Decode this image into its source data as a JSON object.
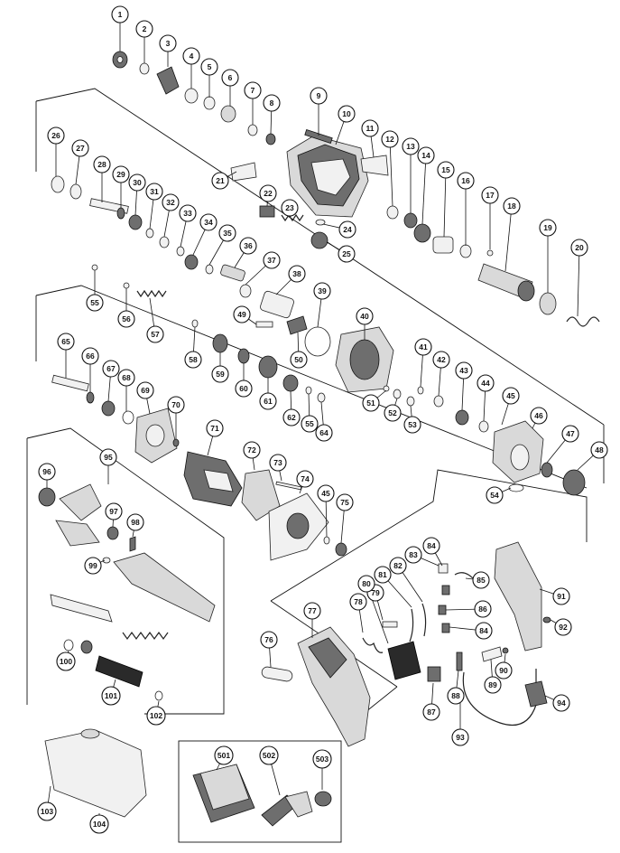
{
  "diagram": {
    "callouts": [
      {
        "id": "1"
      },
      {
        "id": "2"
      },
      {
        "id": "3"
      },
      {
        "id": "4"
      },
      {
        "id": "5"
      },
      {
        "id": "6"
      },
      {
        "id": "7"
      },
      {
        "id": "8"
      },
      {
        "id": "9"
      },
      {
        "id": "10"
      },
      {
        "id": "11"
      },
      {
        "id": "12"
      },
      {
        "id": "13"
      },
      {
        "id": "14"
      },
      {
        "id": "15"
      },
      {
        "id": "16"
      },
      {
        "id": "17"
      },
      {
        "id": "18"
      },
      {
        "id": "19"
      },
      {
        "id": "20"
      },
      {
        "id": "21"
      },
      {
        "id": "22"
      },
      {
        "id": "23"
      },
      {
        "id": "24"
      },
      {
        "id": "25"
      },
      {
        "id": "26"
      },
      {
        "id": "27"
      },
      {
        "id": "28"
      },
      {
        "id": "29"
      },
      {
        "id": "30"
      },
      {
        "id": "31"
      },
      {
        "id": "32"
      },
      {
        "id": "33"
      },
      {
        "id": "34"
      },
      {
        "id": "35"
      },
      {
        "id": "36"
      },
      {
        "id": "37"
      },
      {
        "id": "38"
      },
      {
        "id": "39"
      },
      {
        "id": "40"
      },
      {
        "id": "41"
      },
      {
        "id": "42"
      },
      {
        "id": "43"
      },
      {
        "id": "44"
      },
      {
        "id": "45"
      },
      {
        "id": "46"
      },
      {
        "id": "47"
      },
      {
        "id": "48"
      },
      {
        "id": "49"
      },
      {
        "id": "50"
      },
      {
        "id": "51"
      },
      {
        "id": "52"
      },
      {
        "id": "53"
      },
      {
        "id": "54"
      },
      {
        "id": "55"
      },
      {
        "id": "56"
      },
      {
        "id": "57"
      },
      {
        "id": "58"
      },
      {
        "id": "59"
      },
      {
        "id": "60"
      },
      {
        "id": "61"
      },
      {
        "id": "62"
      },
      {
        "id": "55"
      },
      {
        "id": "64"
      },
      {
        "id": "65"
      },
      {
        "id": "66"
      },
      {
        "id": "67"
      },
      {
        "id": "68"
      },
      {
        "id": "69"
      },
      {
        "id": "70"
      },
      {
        "id": "71"
      },
      {
        "id": "72"
      },
      {
        "id": "73"
      },
      {
        "id": "74"
      },
      {
        "id": "45"
      },
      {
        "id": "75"
      },
      {
        "id": "76"
      },
      {
        "id": "77"
      },
      {
        "id": "78"
      },
      {
        "id": "79"
      },
      {
        "id": "80"
      },
      {
        "id": "81"
      },
      {
        "id": "82"
      },
      {
        "id": "83"
      },
      {
        "id": "84"
      },
      {
        "id": "85"
      },
      {
        "id": "86"
      },
      {
        "id": "84"
      },
      {
        "id": "87"
      },
      {
        "id": "88"
      },
      {
        "id": "89"
      },
      {
        "id": "90"
      },
      {
        "id": "91"
      },
      {
        "id": "92"
      },
      {
        "id": "93"
      },
      {
        "id": "94"
      },
      {
        "id": "95"
      },
      {
        "id": "96"
      },
      {
        "id": "97"
      },
      {
        "id": "98"
      },
      {
        "id": "99"
      },
      {
        "id": "100"
      },
      {
        "id": "101"
      },
      {
        "id": "102"
      },
      {
        "id": "103"
      },
      {
        "id": "104"
      },
      {
        "id": "501"
      },
      {
        "id": "502"
      },
      {
        "id": "503"
      }
    ]
  }
}
